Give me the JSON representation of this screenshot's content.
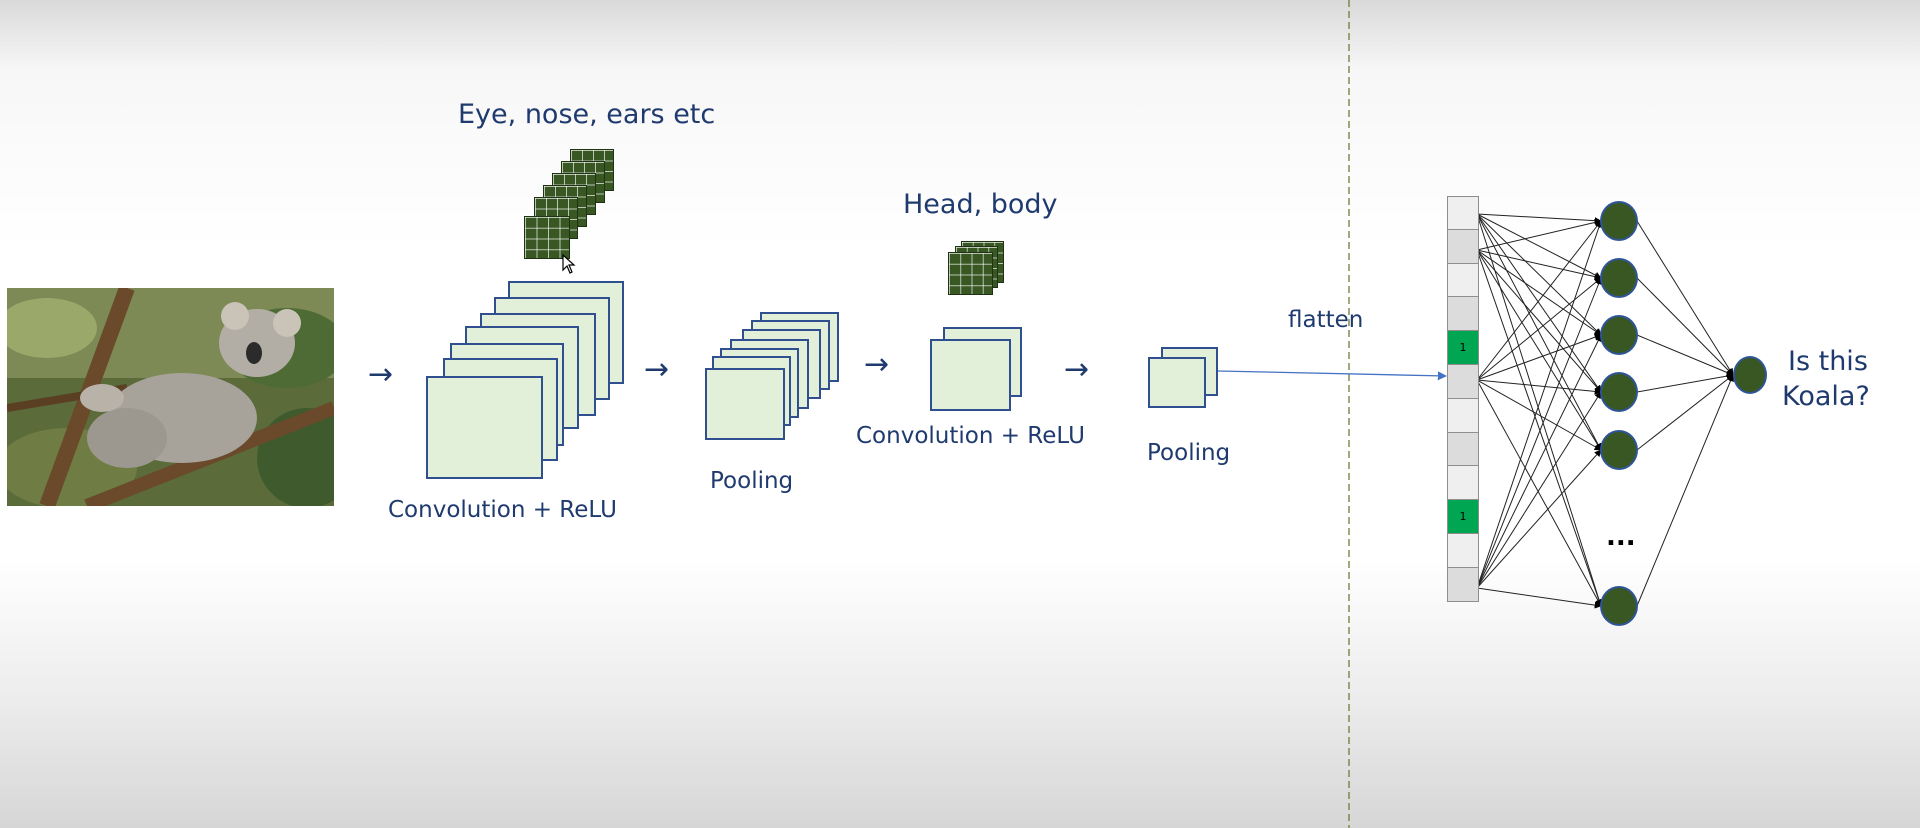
{
  "diagram": {
    "labels": {
      "conv1_features": "Eye, nose, ears etc",
      "conv2_features": "Head, body",
      "conv1": "Convolution + ReLU",
      "pool1": "Pooling",
      "conv2": "Convolution + ReLU",
      "pool2": "Pooling",
      "flatten": "flatten",
      "question_line1": "Is this",
      "question_line2": "Koala?",
      "ellipsis": "...",
      "active_value": "1"
    },
    "arrow_glyph": "→",
    "flattened_vector": [
      "",
      "",
      "",
      "",
      "1",
      "",
      "",
      "",
      "",
      "1",
      "",
      ""
    ],
    "hidden_neuron_count": 7,
    "colors": {
      "text": "#1f3a6e",
      "feature_map_fill": "#e2efd9",
      "feature_map_border": "#2f4f8f",
      "filter_fill": "#385723",
      "neuron_fill": "#385723",
      "neuron_border": "#2f5597",
      "active_cell": "#00a651",
      "divider": "#6b7c3a"
    }
  }
}
